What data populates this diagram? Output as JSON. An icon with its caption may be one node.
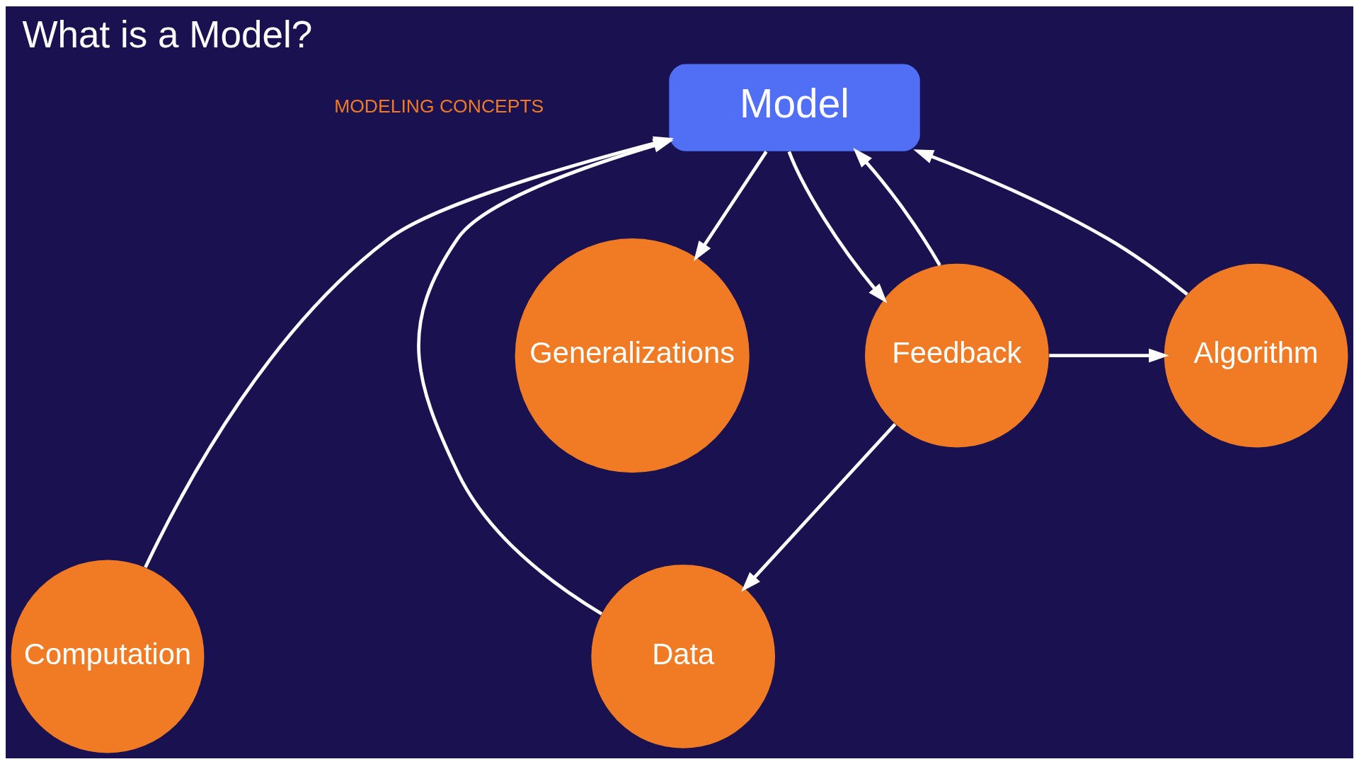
{
  "diagram": {
    "title": "What is a Model?",
    "nodes": [
      {
        "text": [
          "Generalizations"
        ]
      },
      {
        "text": [
          "Data"
        ]
      },
      {
        "text": [
          "Computation"
        ]
      },
      {
        "text": [
          "Model"
        ]
      },
      {
        "text": [
          "Algorithm"
        ]
      },
      {
        "text": [
          "Feedback"
        ]
      }
    ],
    "edges": [
      {
        "from": 3,
        "to": 0,
        "arrow": "to"
      },
      {
        "from": 1,
        "to": 3,
        "arrow": "to"
      },
      {
        "from": 2,
        "to": 3,
        "arrow": "to"
      },
      {
        "from": 4,
        "to": 3,
        "arrow": "to"
      },
      {
        "from": 3,
        "to": 5,
        "arrow": "to"
      },
      {
        "from": 5,
        "to": 3,
        "arrow": "to"
      },
      {
        "from": 5,
        "to": 4,
        "arrow": "to"
      },
      {
        "from": 5,
        "to": 1,
        "arrow": "to"
      }
    ],
    "labels": [
      "MODELING CONCEPTS"
    ]
  }
}
